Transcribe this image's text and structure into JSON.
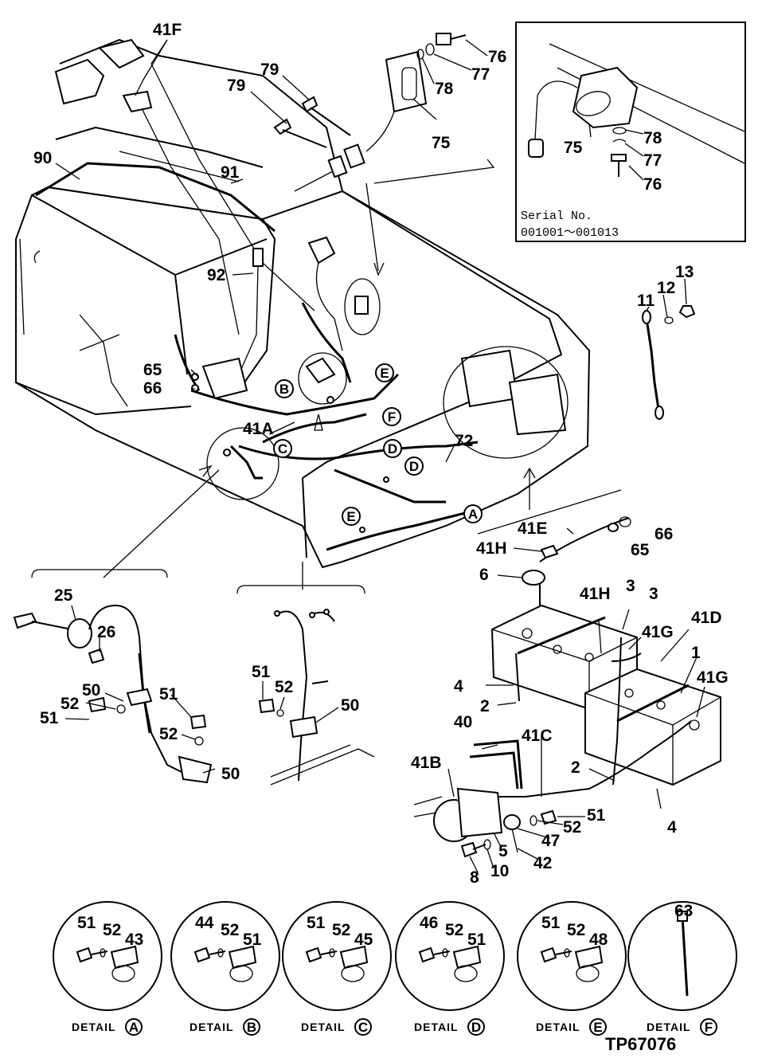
{
  "diagram_code": "TP67076",
  "inset": {
    "serial_label": "Serial No.",
    "serial_range": "001001～001013"
  },
  "detail_word": "DETAIL",
  "details": [
    {
      "letter": "A",
      "parts": [
        "51",
        "52",
        "43"
      ]
    },
    {
      "letter": "B",
      "parts": [
        "44",
        "52",
        "51"
      ]
    },
    {
      "letter": "C",
      "parts": [
        "51",
        "52",
        "45"
      ]
    },
    {
      "letter": "D",
      "parts": [
        "46",
        "52",
        "51"
      ]
    },
    {
      "letter": "E",
      "parts": [
        "51",
        "52",
        "48"
      ]
    },
    {
      "letter": "F",
      "parts": [
        "63"
      ]
    }
  ],
  "callouts": {
    "c41F": "41F",
    "c90": "90",
    "c91": "91",
    "c92": "92",
    "c79a": "79",
    "c79b": "79",
    "c75a": "75",
    "c78a": "78",
    "c77a": "77",
    "c76a": "76",
    "c75b": "75",
    "c78b": "78",
    "c77b": "77",
    "c76b": "76",
    "c13": "13",
    "c12": "12",
    "c11": "11",
    "c65a": "65",
    "c66a": "66",
    "c41A": "41A",
    "c72": "72",
    "c41E": "41E",
    "c41H_a": "41H",
    "c66b": "66",
    "c65b": "65",
    "c6": "6",
    "c41H_b": "41H",
    "c3a": "3",
    "c3b": "3",
    "c41G_a": "41G",
    "c41D": "41D",
    "c1": "1",
    "c41G_b": "41G",
    "c4a": "4",
    "c2a": "2",
    "c40": "40",
    "c41C": "41C",
    "c41B": "41B",
    "c2b": "2",
    "c52a": "52",
    "c51a": "51",
    "c4b": "4",
    "c47": "47",
    "c5": "5",
    "c42": "42",
    "c10": "10",
    "c8": "8",
    "c25": "25",
    "c26": "26",
    "c50a": "50",
    "c51b": "51",
    "c52b": "52",
    "c51c": "51",
    "c52c": "52",
    "c50b": "50",
    "c51d": "51",
    "c52d": "52",
    "c50c": "50"
  },
  "markers": {
    "mB": "B",
    "mC": "C",
    "mE1": "E",
    "mF": "F",
    "mD1": "D",
    "mD2": "D",
    "mA": "A",
    "mE2": "E"
  }
}
